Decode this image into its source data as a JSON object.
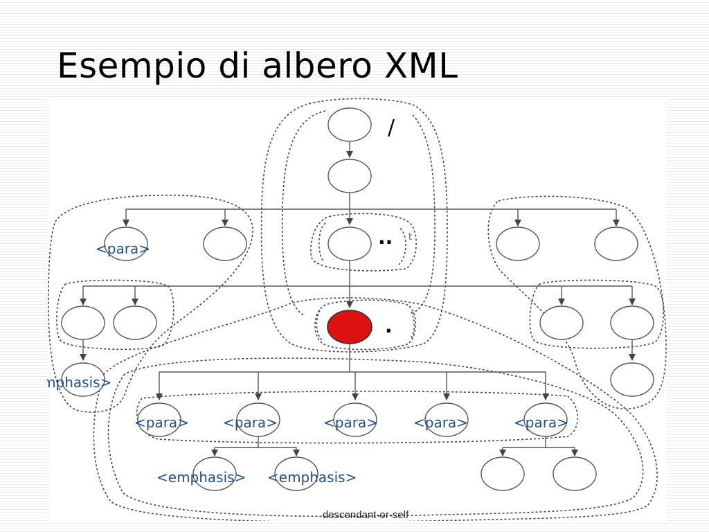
{
  "slide": {
    "title": "Esempio di albero XML"
  },
  "diagram": {
    "colors": {
      "node_stroke": "#555555",
      "edge": "#555555",
      "axis_outline": "#444444",
      "context_node_fill": "#dd1111",
      "label_text": "#1f4e8c",
      "axis_text": "#000000"
    },
    "axis_labels": {
      "root": "/",
      "parent": "..",
      "self": ".",
      "fragment": "t",
      "footer": "descendant-or-self"
    },
    "element_labels": {
      "root_child_para": "<para>",
      "left_emphasis": "<emphasis>",
      "child_para_1": "<para>",
      "child_para_2": "<para>",
      "child_para_3": "<para>",
      "child_para_4": "<para>",
      "child_para_5": "<para>",
      "grandchild_emphasis_1": "<emphasis>",
      "grandchild_emphasis_2": "<emphasis>"
    }
  }
}
